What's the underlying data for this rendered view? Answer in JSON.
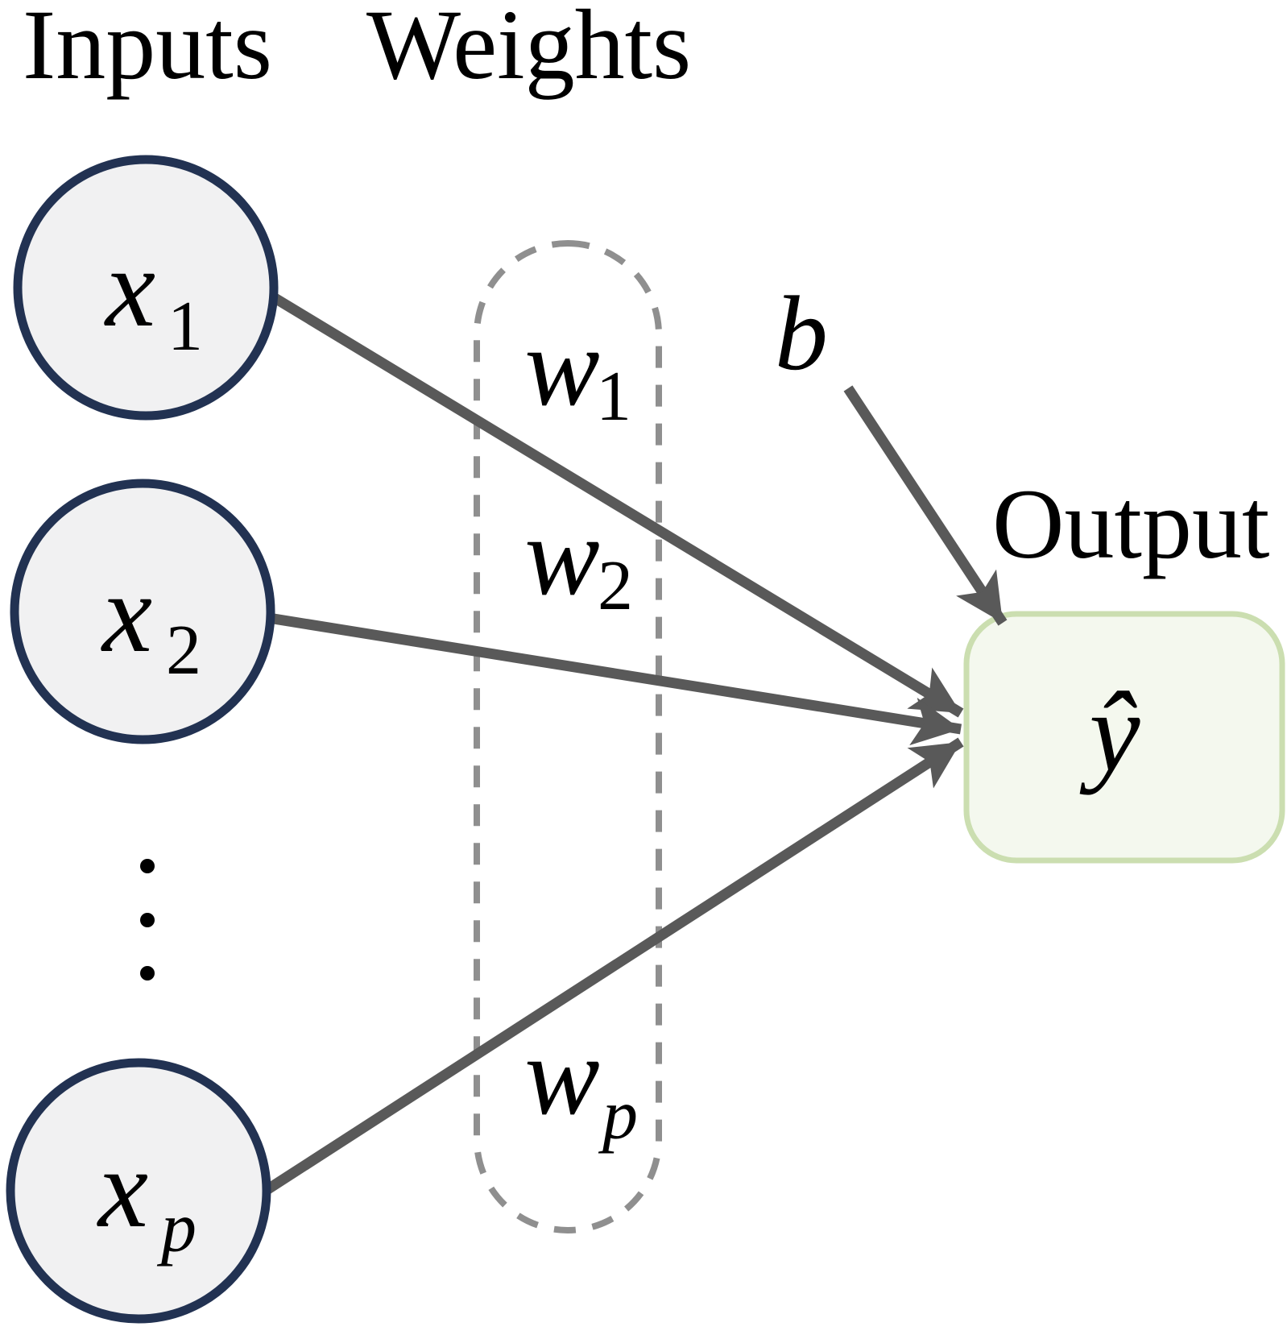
{
  "headers": {
    "inputs": "Inputs",
    "weights": "Weights",
    "output": "Output"
  },
  "input_nodes": [
    {
      "base": "x",
      "sub": "1"
    },
    {
      "base": "x",
      "sub": "2"
    },
    {
      "base": "x",
      "sub": "p"
    }
  ],
  "weight_labels": [
    {
      "base": "w",
      "sub": "1"
    },
    {
      "base": "w",
      "sub": "2"
    },
    {
      "base": "w",
      "sub": "p"
    }
  ],
  "bias_label": "b",
  "output_value": "ŷ",
  "colors": {
    "input_node_fill": "#f1f1f2",
    "input_node_border": "#223252",
    "edge_gray": "#595959",
    "weights_outline_gray": "#8f8f8f",
    "output_node_fill": "#f4f8ee",
    "output_node_border": "#cbdeb0",
    "text": "#000000",
    "background": "#ffffff"
  }
}
